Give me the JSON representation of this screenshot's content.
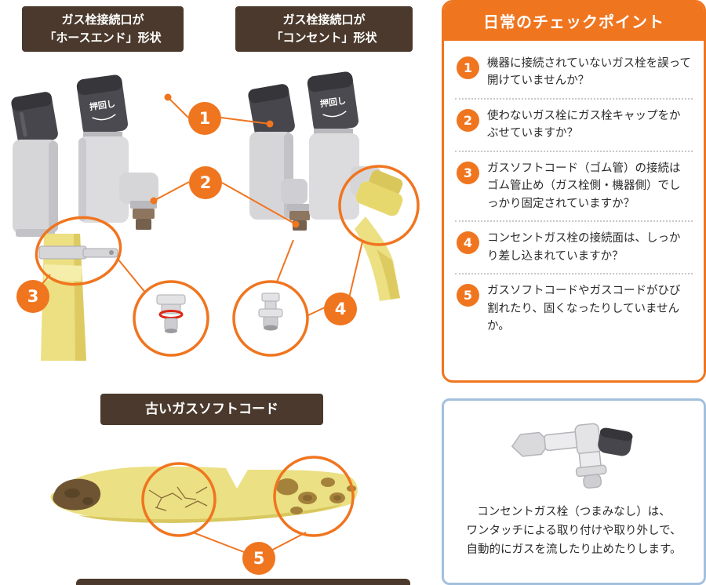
{
  "illustration": {
    "hose_end_badge": {
      "line1": "ガス栓接続口が",
      "line2": "「ホースエンド」形状"
    },
    "concent_badge": {
      "line1": "ガス栓接続口が",
      "line2": "「コンセント」形状"
    },
    "knob_label": "押回し",
    "old_cord_badge": "古いガスソフトコード",
    "callouts": {
      "c1": "1",
      "c2": "2",
      "c3": "3",
      "c4": "4",
      "c5": "5"
    }
  },
  "checkpoints": {
    "title": "日常のチェックポイント",
    "items": [
      {
        "num": "1",
        "text": "機器に接続されていないガス栓を誤って開けていませんか？"
      },
      {
        "num": "2",
        "text": "使わないガス栓にガス栓キャップをかぶせていますか？"
      },
      {
        "num": "3",
        "text": "ガスソフトコード（ゴム管）の接続はゴム管止め（ガス栓側・機器側）でしっかり固定されていますか？"
      },
      {
        "num": "4",
        "text": "コンセントガス栓の接続面は、しっかり差し込まれていますか？"
      },
      {
        "num": "5",
        "text": "ガスソフトコードやガスコードがひび割れたり、固くなったりしていませんか。"
      }
    ]
  },
  "info_box": {
    "line1": "コンセントガス栓（つまみなし）は、",
    "line2": "ワンタッチによる取り付けや取り外しで、",
    "line3": "自動的にガスを流したり止めたりします。"
  },
  "colors": {
    "accent_orange": "#f0751f",
    "badge_brown": "#4a392c",
    "cord_yellow": "#ece083",
    "info_border_blue": "#a3c0de",
    "valve_dark": "#46464c",
    "valve_gray": "#d6d6d9",
    "nozzle_brown": "#8d7560",
    "red_line": "#dd2717"
  }
}
